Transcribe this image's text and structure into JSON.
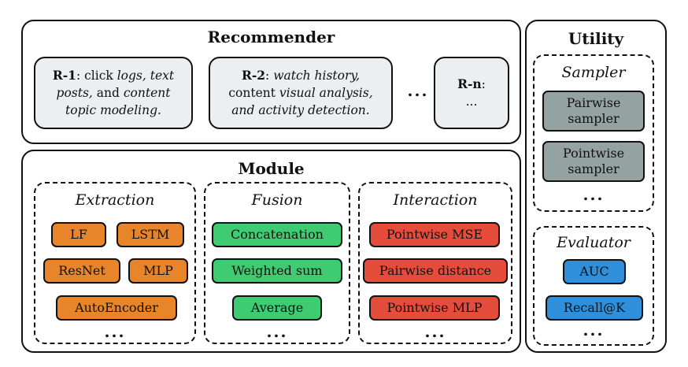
{
  "recommender": {
    "title": "Recommender",
    "r1": {
      "id": "R-1",
      "sep": ": click ",
      "t1": "logs, text",
      "t2": "posts,",
      "t3": " and ",
      "t4": "content",
      "t5": "topic modeling."
    },
    "r2": {
      "id": "R-2",
      "sep": ": ",
      "t1": "watch history,",
      "t2": "content ",
      "t3": "visual analysis,",
      "t4": "and activity detection."
    },
    "ellipsis": "...",
    "rn": {
      "id": "R-n",
      "sep": ":",
      "body": "..."
    }
  },
  "module": {
    "title": "Module",
    "extraction": {
      "title": "Extraction",
      "items": [
        "LF",
        "LSTM",
        "ResNet",
        "MLP",
        "AutoEncoder"
      ],
      "more": "..."
    },
    "fusion": {
      "title": "Fusion",
      "items": [
        "Concatenation",
        "Weighted sum",
        "Average"
      ],
      "more": "..."
    },
    "interaction": {
      "title": "Interaction",
      "items": [
        "Pointwise MSE",
        "Pairwise distance",
        "Pointwise MLP"
      ],
      "more": "..."
    }
  },
  "utility": {
    "title": "Utility",
    "sampler": {
      "title": "Sampler",
      "items": [
        [
          "Pairwise",
          "sampler"
        ],
        [
          "Pointwise",
          "sampler"
        ]
      ],
      "more": "..."
    },
    "evaluator": {
      "title": "Evaluator",
      "items": [
        "AUC",
        "Recall@K"
      ],
      "more": "..."
    }
  },
  "colors": {
    "extraction": "#e8852a",
    "fusion": "#3fcb71",
    "interaction": "#e64c3c",
    "sampler": "#95a2a2",
    "evaluator": "#2f8fdb",
    "recommender_box": "#eceeef"
  }
}
